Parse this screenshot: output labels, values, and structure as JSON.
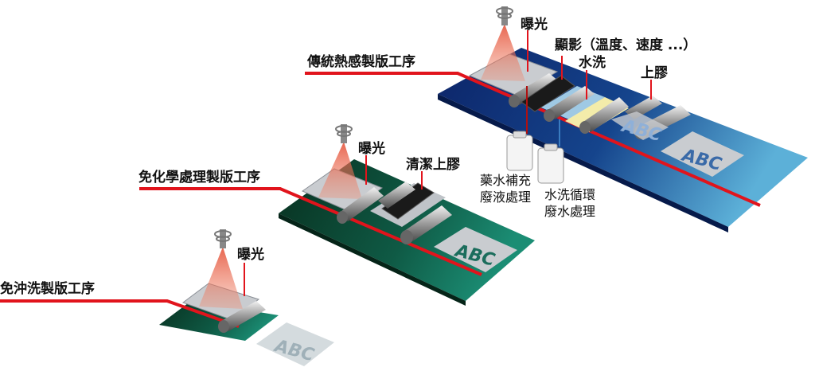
{
  "processes": {
    "traditional": {
      "title": "傳統熱感製版工序",
      "steps": {
        "exposure": "曝光",
        "develop": "顯影（溫度、速度 ...）",
        "wash": "水洗",
        "gum": "上膠",
        "chem_line1": "藥水補充",
        "chem_line2": "廢液處理",
        "water_line1": "水洗循環",
        "water_line2": "廢水處理"
      },
      "plate_text": "ABC",
      "plate_text_2": "ABC"
    },
    "chemfree": {
      "title": "免化學處理製版工序",
      "steps": {
        "exposure": "曝光",
        "clean_gum": "清潔上膠"
      },
      "plate_text": "ABC"
    },
    "processless": {
      "title": "免沖洗製版工序",
      "steps": {
        "exposure": "曝光"
      },
      "plate_text": "ABC"
    }
  },
  "colors": {
    "line": "#e1141c",
    "blue_dark": "#0c2a6e",
    "blue_light": "#4aa0d0",
    "green_dark": "#0b3d2c",
    "green_light": "#14806a"
  }
}
